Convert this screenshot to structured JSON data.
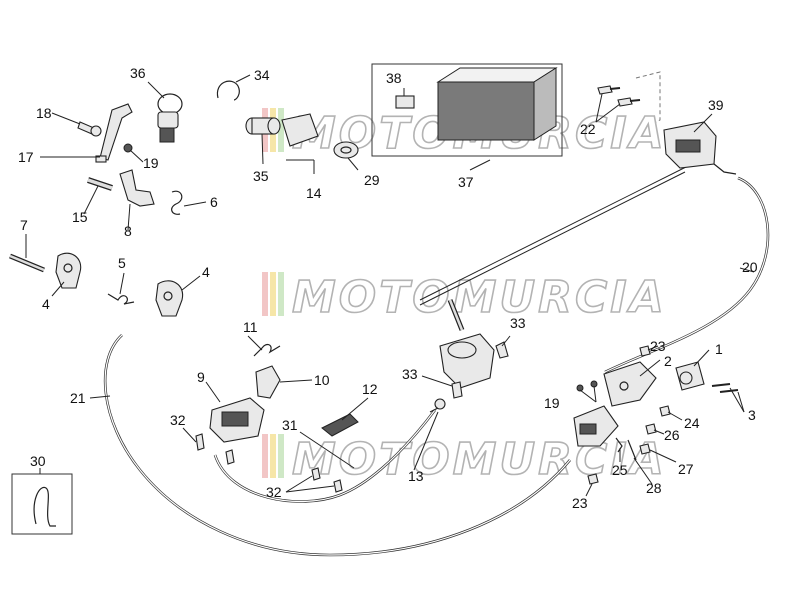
{
  "watermark": {
    "text": "MOTOMURCIA",
    "stripe_colors": [
      "#f2c6c6",
      "#f6e6a8",
      "#cfe8c6"
    ]
  },
  "labels": {
    "l1": "1",
    "l2": "2",
    "l3": "3",
    "l4a": "4",
    "l4b": "4",
    "l5": "5",
    "l6": "6",
    "l7": "7",
    "l8": "8",
    "l9": "9",
    "l10": "10",
    "l11": "11",
    "l12": "12",
    "l13": "13",
    "l14": "14",
    "l15": "15",
    "l17": "17",
    "l18": "18",
    "l19a": "19",
    "l19b": "19",
    "l20": "20",
    "l21": "21",
    "l22": "22",
    "l23a": "23",
    "l23b": "23",
    "l24": "24",
    "l25": "25",
    "l26": "26",
    "l27": "27",
    "l28": "28",
    "l29": "29",
    "l30": "30",
    "l31": "31",
    "l32a": "32",
    "l32b": "32",
    "l33a": "33",
    "l33b": "33",
    "l34": "34",
    "l35": "35",
    "l36": "36",
    "l37": "37",
    "l38": "38",
    "l39": "39"
  }
}
